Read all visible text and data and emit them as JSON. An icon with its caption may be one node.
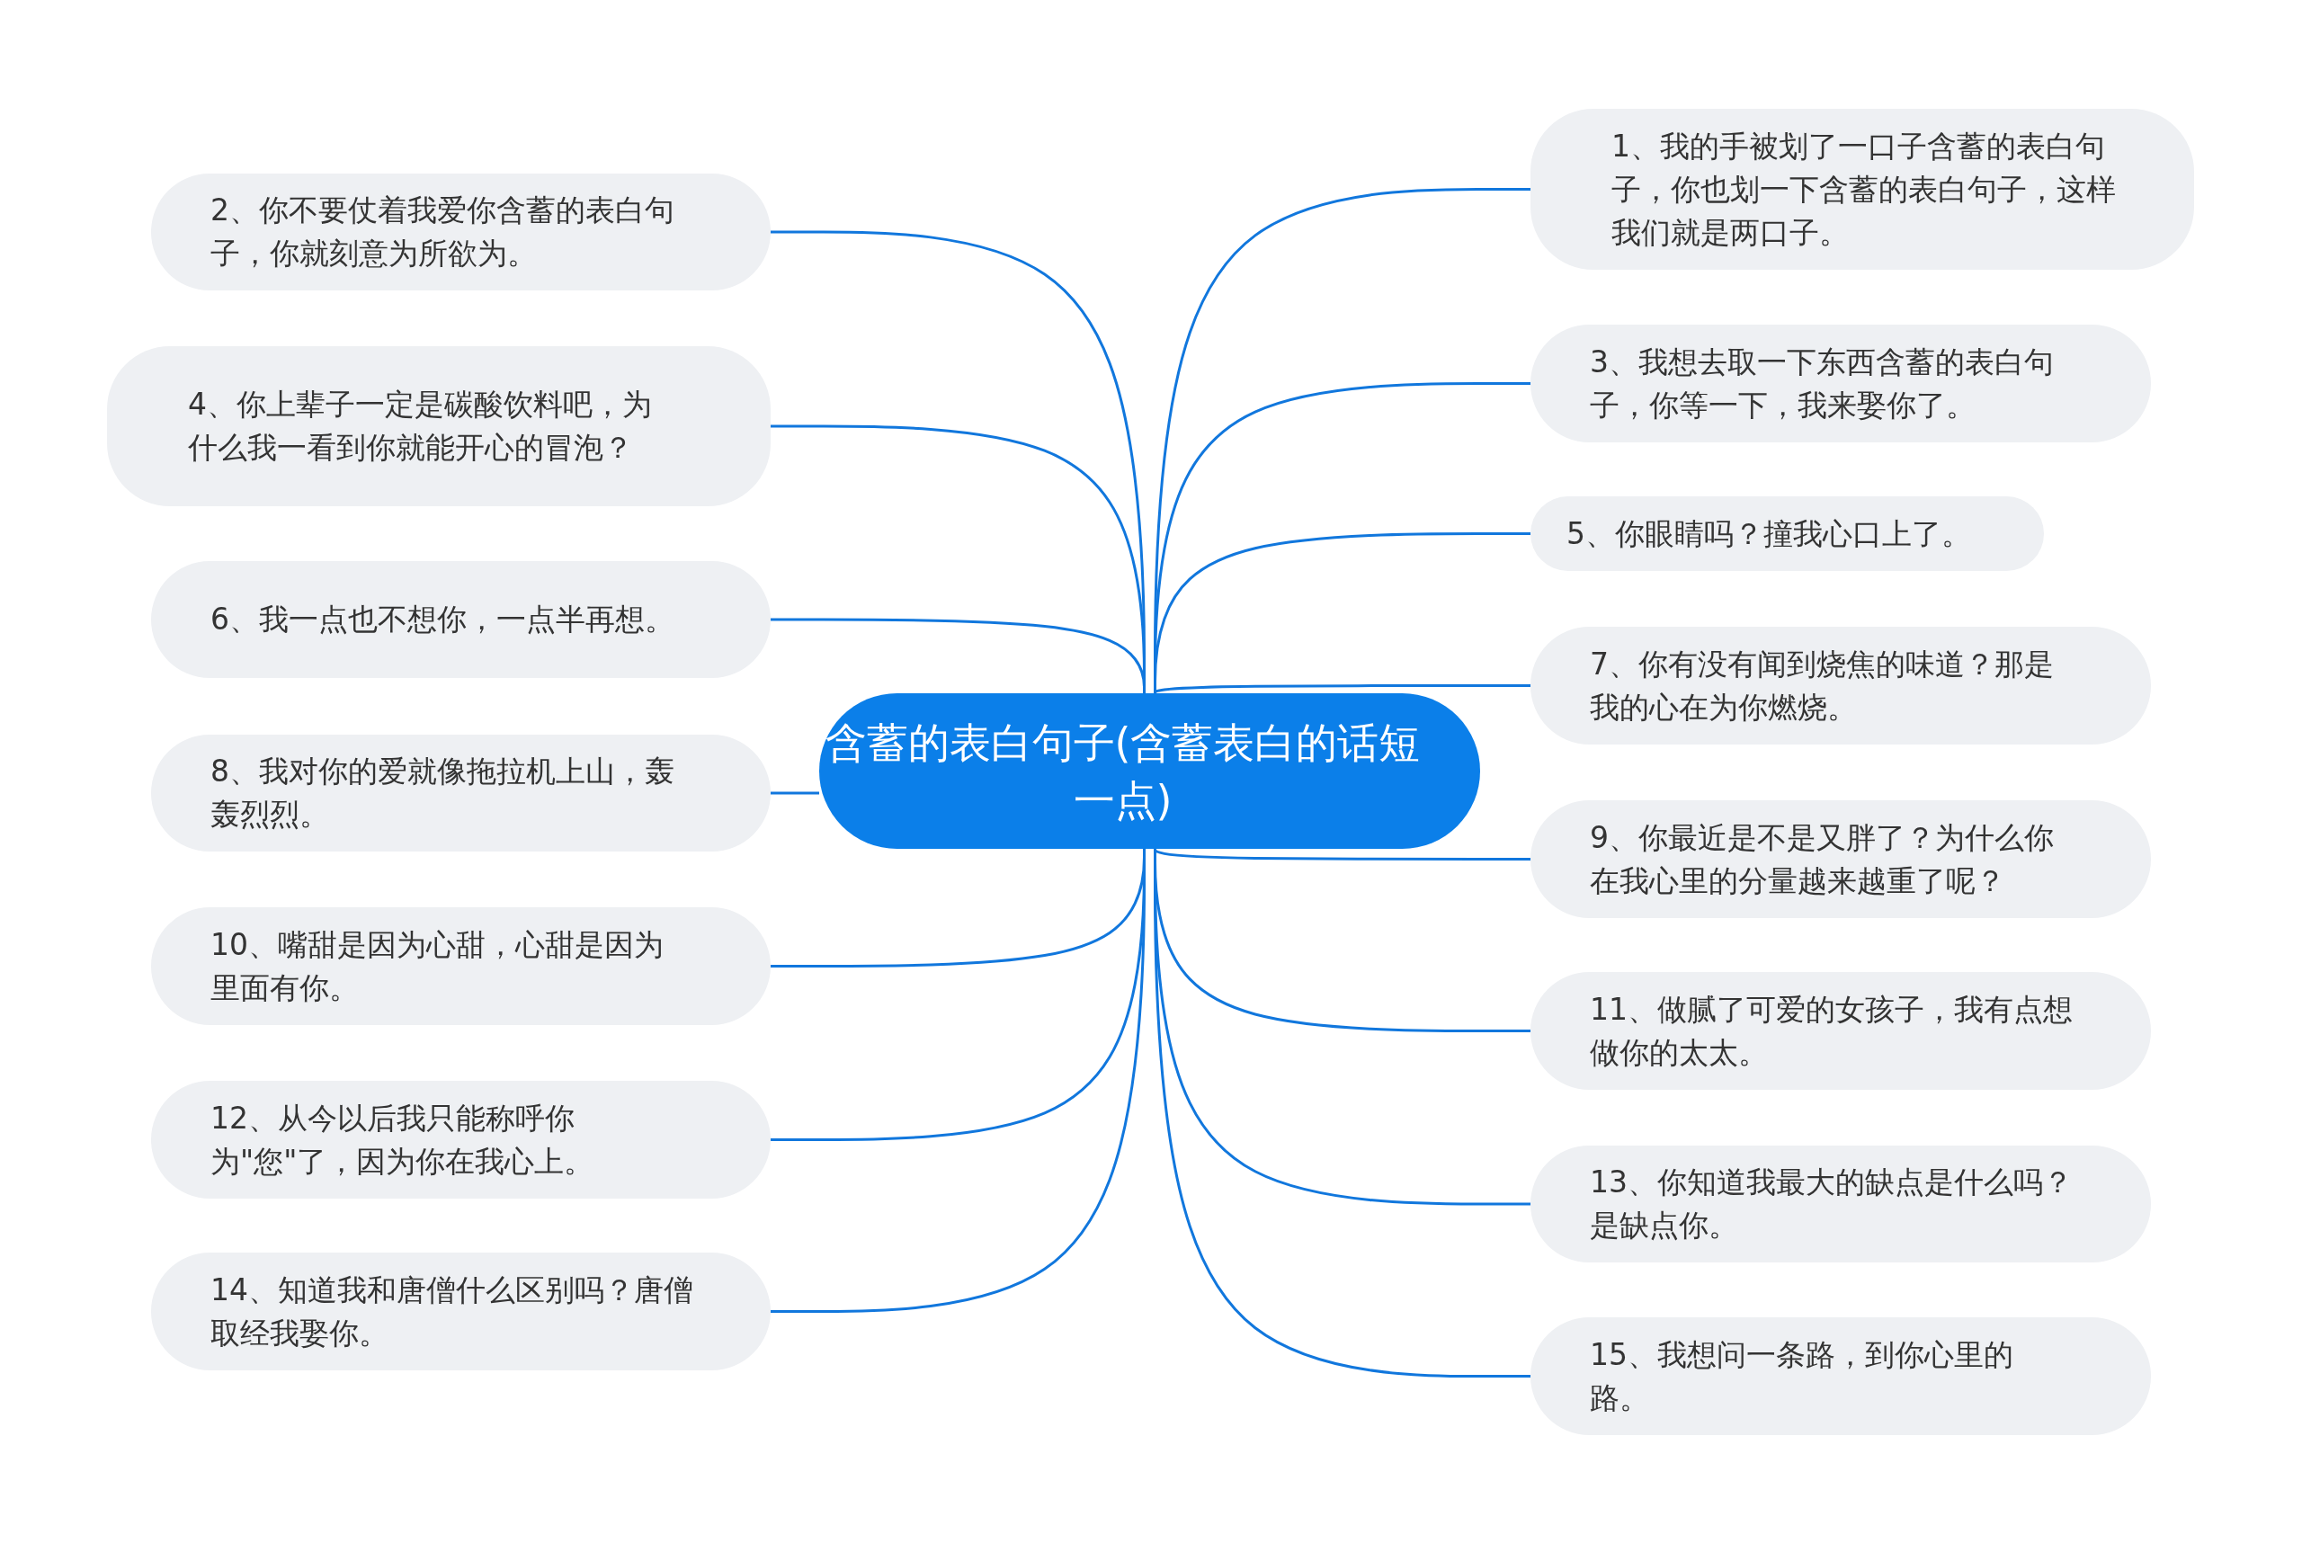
{
  "diagram": {
    "nodes": [
      {
        "text": [
          "含蓄的表白句子(含蓄表白的话短一点)"
        ]
      },
      {
        "text": [
          "1、我的手被划了一口子含蓄的表白句子，你也划一下含蓄的表白句子，这样我们就是两口子。"
        ]
      },
      {
        "text": [
          "2、你不要仗着我爱你含蓄的表白句子，你就刻意为所欲为。"
        ]
      },
      {
        "text": [
          "3、我想去取一下东西含蓄的表白句子，你等一下，我来娶你了。"
        ]
      },
      {
        "text": [
          "4、你上辈子一定是碳酸饮料吧，为什么我一看到你就能开心的冒泡？"
        ]
      },
      {
        "text": [
          "5、你眼睛吗？撞我心口上了。"
        ]
      },
      {
        "text": [
          "6、我一点也不想你，一点半再想。"
        ]
      },
      {
        "text": [
          "7、你有没有闻到烧焦的味道？那是我的心在为你燃烧。"
        ]
      },
      {
        "text": [
          "8、我对你的爱就像拖拉机上山，轰轰烈烈。"
        ]
      },
      {
        "text": [
          "9、你最近是不是又胖了？为什么你在我心里的分量越来越重了呢？"
        ]
      },
      {
        "text": [
          "10、嘴甜是因为心甜，心甜是因为里面有你。"
        ]
      },
      {
        "text": [
          "11、做腻了可爱的女孩子，我有点想做你的太太。"
        ]
      },
      {
        "text": [
          "12、从今以后我只能称呼你为\"您\"了，因为你在我心上。"
        ]
      },
      {
        "text": [
          "13、你知道我最大的缺点是什么吗？是缺点你。"
        ]
      },
      {
        "text": [
          "14、知道我和唐僧什么区别吗？唐僧取经我娶你。"
        ]
      },
      {
        "text": [
          "15、我想问一条路，到你心里的路。"
        ]
      }
    ],
    "edges": [
      {
        "from": 0,
        "to": 1,
        "arrow": "none"
      },
      {
        "from": 0,
        "to": 2,
        "arrow": "none"
      },
      {
        "from": 0,
        "to": 3,
        "arrow": "none"
      },
      {
        "from": 0,
        "to": 4,
        "arrow": "none"
      },
      {
        "from": 0,
        "to": 5,
        "arrow": "none"
      },
      {
        "from": 0,
        "to": 6,
        "arrow": "none"
      },
      {
        "from": 0,
        "to": 7,
        "arrow": "none"
      },
      {
        "from": 0,
        "to": 8,
        "arrow": "none"
      },
      {
        "from": 0,
        "to": 9,
        "arrow": "none"
      },
      {
        "from": 0,
        "to": 10,
        "arrow": "none"
      },
      {
        "from": 0,
        "to": 11,
        "arrow": "none"
      },
      {
        "from": 0,
        "to": 12,
        "arrow": "none"
      },
      {
        "from": 0,
        "to": 13,
        "arrow": "none"
      },
      {
        "from": 0,
        "to": 14,
        "arrow": "none"
      },
      {
        "from": 0,
        "to": 15,
        "arrow": "none"
      }
    ]
  }
}
